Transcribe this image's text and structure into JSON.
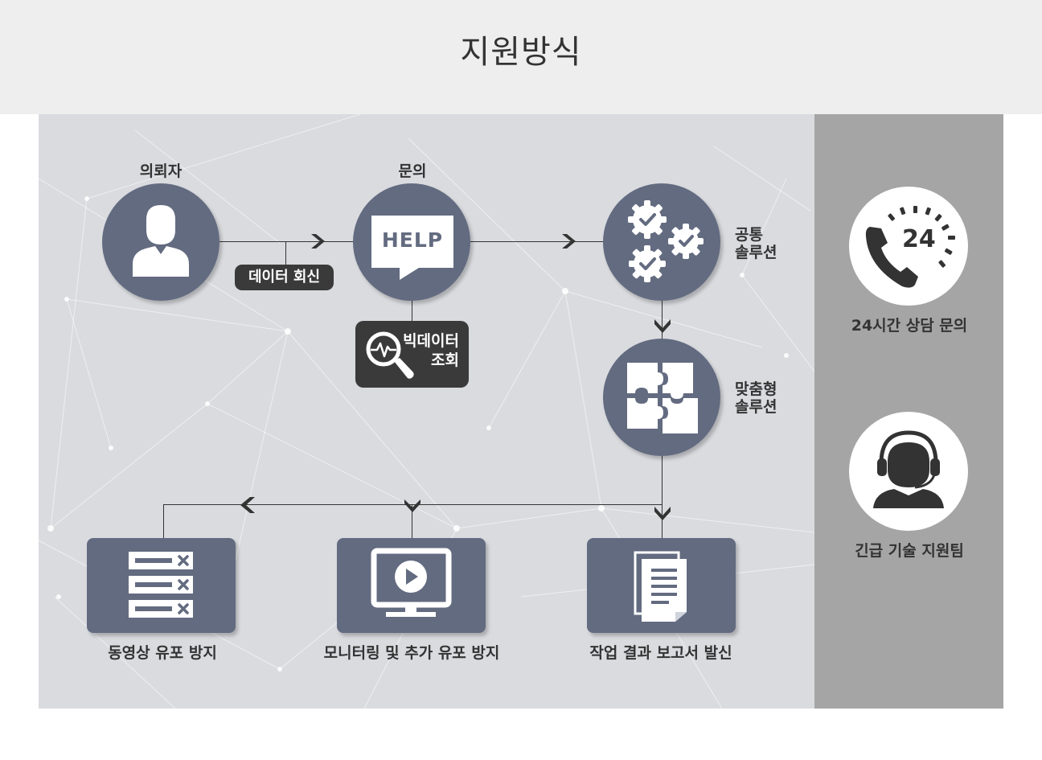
{
  "page_title": "지원방식",
  "flow": {
    "requester_label": "의뢰자",
    "inquiry_label": "문의",
    "help_text": "HELP",
    "data_reply_label": "데이터 회신",
    "bigdata_line1": "빅데이터",
    "bigdata_line2": "조회",
    "common_solution_line1": "공통",
    "common_solution_line2": "솔루션",
    "custom_solution_line1": "맞춤형",
    "custom_solution_line2": "솔루션"
  },
  "outputs": [
    {
      "label": "동영상 유포 방지",
      "icon": "list-x-icon"
    },
    {
      "label": "모니터링 및 추가 유포 방지",
      "icon": "monitor-play-icon"
    },
    {
      "label": "작업 결과 보고서 발신",
      "icon": "documents-icon"
    }
  ],
  "side": {
    "counsel_label": "24시간 상담 문의",
    "counsel_icon_text": "24",
    "emergency_label": "긴급 기술 지원팀"
  },
  "colors": {
    "circle": "#636b80",
    "dark": "#3a3a3a",
    "panel": "#d9dbdf",
    "side_panel": "#a5a5a5",
    "header": "#eeeeee"
  }
}
